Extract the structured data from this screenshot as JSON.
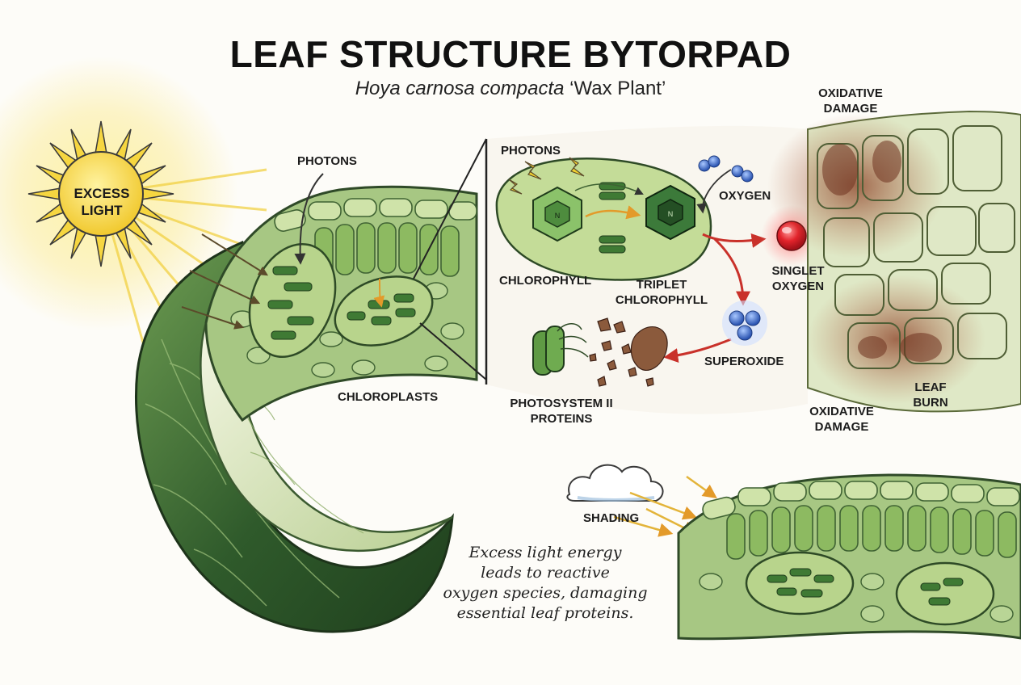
{
  "header": {
    "title": "LEAF STRUCTURE BYTORPAD",
    "subtitle_italic": "Hoya carnosa compacta",
    "subtitle_plain": " ‘Wax Plant’"
  },
  "labels": {
    "excess_light_1": "EXCESS",
    "excess_light_2": "LIGHT",
    "photons_left": "PHOTONS",
    "chloroplasts": "CHLOROPLASTS",
    "photons_inset": "PHOTONS",
    "chlorophyll": "CHLOROPHYLL",
    "triplet_1": "TRIPLET",
    "triplet_2": "CHLOROPHYLL",
    "oxygen": "OXYGEN",
    "singlet_1": "SINGLET",
    "singlet_2": "OXYGEN",
    "superoxide": "SUPEROXIDE",
    "psii_1": "PHOTOSYSTEM II",
    "psii_2": "PROTEINS",
    "oxidative_top_1": "OXIDATIVE",
    "oxidative_top_2": "DAMAGE",
    "oxidative_bottom_1": "OXIDATIVE",
    "oxidative_bottom_2": "DAMAGE",
    "leaf_burn_1": "LEAF",
    "leaf_burn_2": "BURN",
    "shading": "SHADING"
  },
  "note": {
    "line1": "Excess light energy",
    "line2": "leads to reactive",
    "line3": "oxygen species, damaging",
    "line4": "essential leaf proteins."
  },
  "colors": {
    "leaf_dark": "#2f5a2b",
    "leaf_mid": "#5d8f45",
    "leaf_light": "#cfe0b2",
    "sun": "#f4d23c",
    "arrow_red": "#c9312a",
    "damage_brown": "#7a3a26",
    "singlet_red": "#e0202a",
    "oxygen_blue": "#3a6cc8"
  }
}
